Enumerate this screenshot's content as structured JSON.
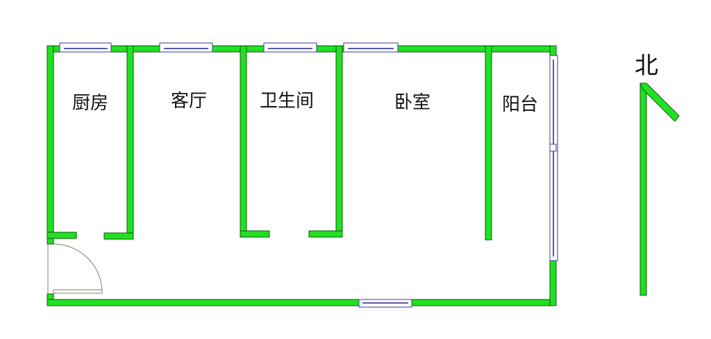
{
  "floorplan": {
    "rooms": [
      {
        "name": "厨房"
      },
      {
        "name": "客厅"
      },
      {
        "name": "卫生间"
      },
      {
        "name": "卧室"
      },
      {
        "name": "阳台"
      }
    ],
    "compass": {
      "label": "北"
    }
  },
  "colors": {
    "wall": "#22e022",
    "window": "#22228a",
    "door": "#8a7a5a"
  }
}
